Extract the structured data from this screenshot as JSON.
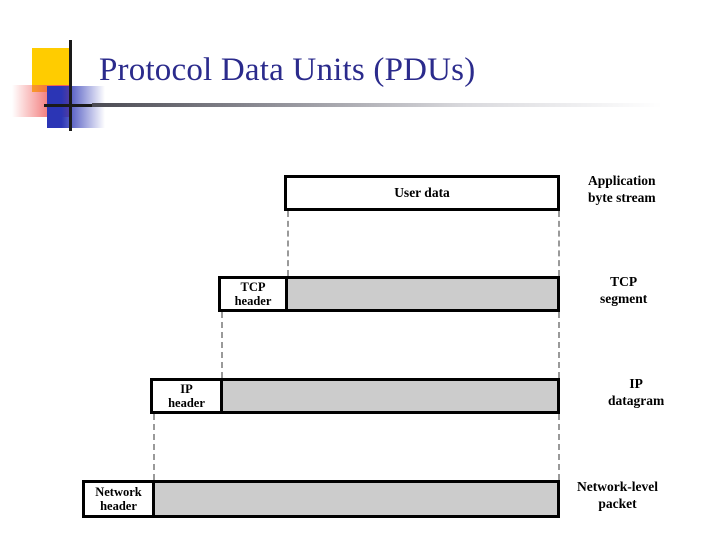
{
  "slide": {
    "title": "Protocol Data Units (PDUs)",
    "title_color": "#2B2B8C",
    "background_color": "#ffffff"
  },
  "decoration": {
    "yellow_square_color": "#FFCC00",
    "red_gradient_color": "#F05A5A",
    "blue_gradient_color": "#2B35B5",
    "cross_line_color": "#1a1a1a"
  },
  "diagram": {
    "payload_fill_color": "#CCCCCC",
    "header_fill_color": "#ffffff",
    "border_color": "#000000",
    "connector_color": "#9a9a9a",
    "rows": [
      {
        "id": "application",
        "header_label": "",
        "payload_label": "User data",
        "side_label_line1": "Application",
        "side_label_line2": "byte stream"
      },
      {
        "id": "tcp",
        "header_label_line1": "TCP",
        "header_label_line2": "header",
        "payload_label": "",
        "side_label_line1": "TCP",
        "side_label_line2": "segment"
      },
      {
        "id": "ip",
        "header_label_line1": "IP",
        "header_label_line2": "header",
        "payload_label": "",
        "side_label_line1": "IP",
        "side_label_line2": "datagram"
      },
      {
        "id": "network",
        "header_label_line1": "Network",
        "header_label_line2": "header",
        "payload_label": "",
        "side_label_line1": "Network-level",
        "side_label_line2": "packet"
      }
    ]
  }
}
